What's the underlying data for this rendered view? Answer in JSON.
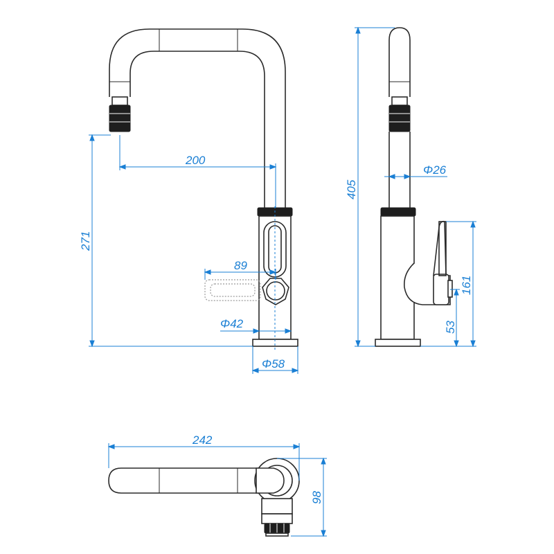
{
  "dimensions": {
    "spout_reach": "200",
    "height_to_aerator": "271",
    "handle_swing": "89",
    "body_diameter": "Φ42",
    "base_diameter": "Φ58",
    "total_height": "405",
    "spout_diameter": "Φ26",
    "handle_height": "161",
    "handle_axis_height": "53",
    "top_length": "242",
    "top_depth": "98"
  },
  "colors": {
    "outline": "#2a2a2a",
    "dimension": "#1a7fd4",
    "ghost": "#9a9a9a"
  }
}
